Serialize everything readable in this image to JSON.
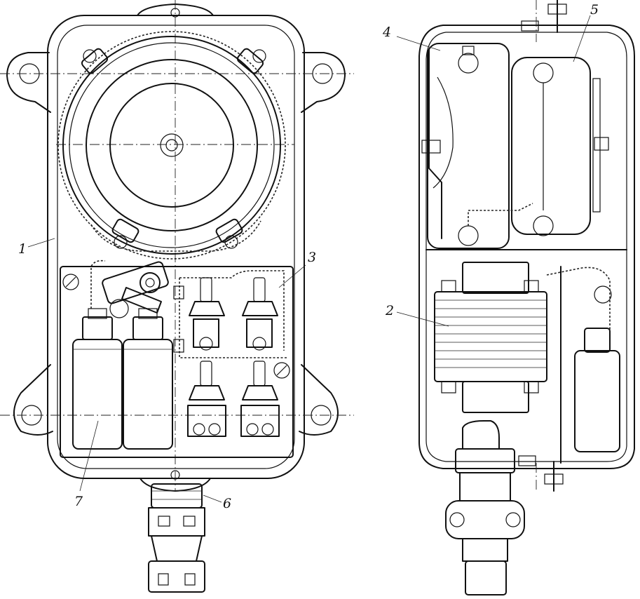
{
  "figure": {
    "callouts": [
      {
        "label": "1"
      },
      {
        "label": "2"
      },
      {
        "label": "3"
      },
      {
        "label": "4"
      },
      {
        "label": "5"
      },
      {
        "label": "6"
      },
      {
        "label": "7"
      }
    ]
  },
  "colors": {
    "ink": "#111111",
    "paper": "#ffffff"
  }
}
